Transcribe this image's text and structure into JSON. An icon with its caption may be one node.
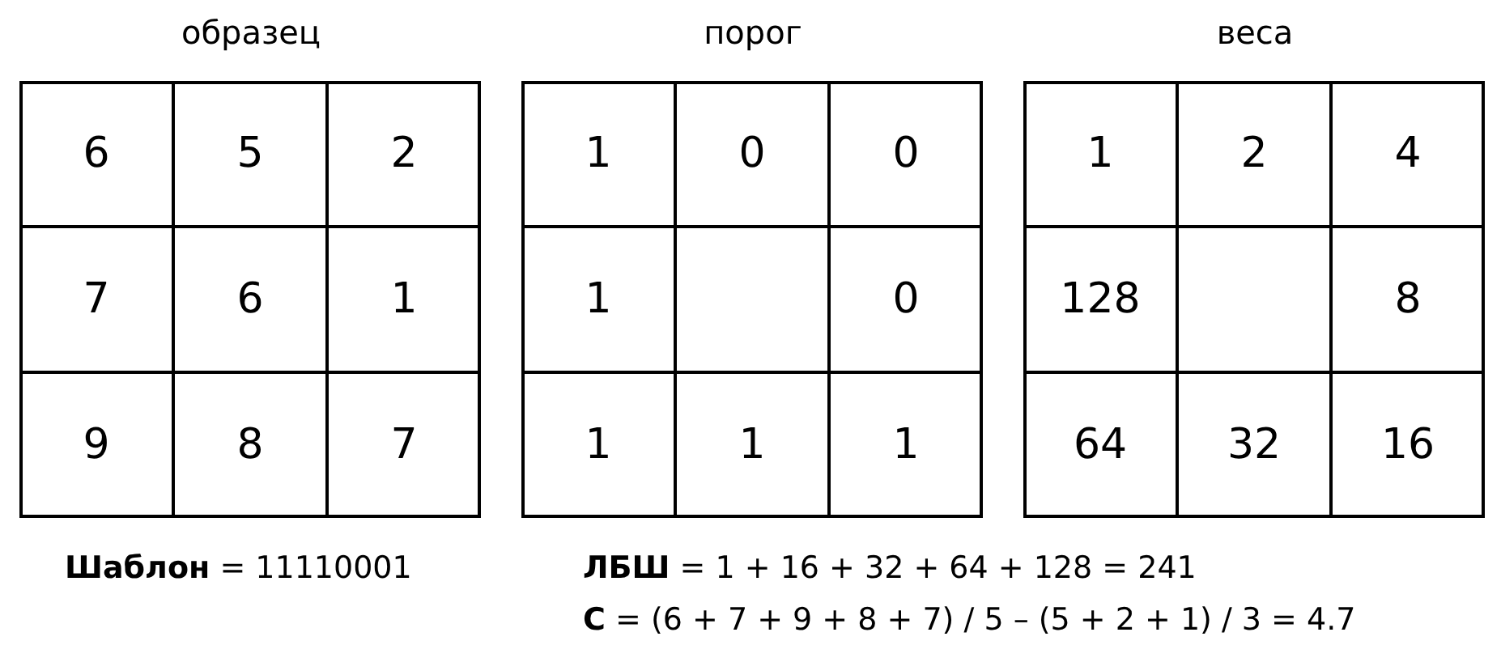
{
  "diagram": {
    "labels": [
      "образец",
      "порог",
      "веса",
      "6",
      "5",
      "2",
      "7",
      "6",
      "1",
      "9",
      "8",
      "7",
      "1",
      "0",
      "0",
      "1",
      "0",
      "1",
      "1",
      "1",
      "1",
      "2",
      "4",
      "128",
      "8",
      "64",
      "32",
      "16",
      "**Шаблон** = 11110001",
      "**ЛБШ** = 1 + 16 + 32 + 64 + 128 = 241",
      "**С** = (6 + 7 + 9 + 8 + 7) / 5 – (5 + 2 + 1) / 3 = 4.7"
    ]
  }
}
